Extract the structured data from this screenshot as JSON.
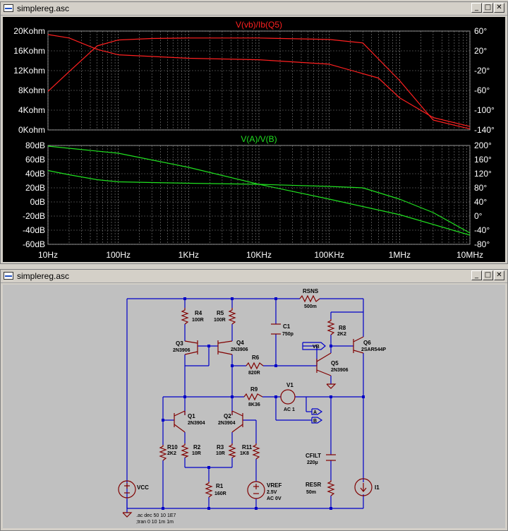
{
  "plot_window": {
    "title": "simplereg.asc",
    "buttons": [
      "_",
      "□",
      "✕"
    ]
  },
  "schematic_window": {
    "title": "simplereg.asc",
    "buttons": [
      "_",
      "□",
      "✕"
    ]
  },
  "colors": {
    "plot_bg": "#000000",
    "grid": "#808080",
    "trace_top": "#ff2020",
    "trace_bottom": "#20e020",
    "wire": "#0000c8",
    "component": "#800000",
    "schematic_bg": "#c0c0c0"
  },
  "chart_data": [
    {
      "type": "line",
      "title": "V(vb)/Ib(Q5)",
      "x_scale": "log",
      "xlim_hz": [
        10,
        10000000
      ],
      "x_tick_labels": [
        "10Hz",
        "100Hz",
        "1KHz",
        "10KHz",
        "100KHz",
        "1MHz",
        "10MHz"
      ],
      "y_left_tick_labels": [
        "20Kohm",
        "16Kohm",
        "12Kohm",
        "8Kohm",
        "4Kohm",
        "0Kohm"
      ],
      "y_left_range_kohm": [
        0,
        20
      ],
      "y_right_tick_labels": [
        "60°",
        "20°",
        "-20°",
        "-60°",
        "-100°",
        "-140°"
      ],
      "y_right_range_deg": [
        -140,
        60
      ],
      "series": [
        {
          "name": "magnitude",
          "x": [
            10,
            20,
            50,
            100,
            1000,
            10000,
            100000,
            500000,
            1000000,
            3000000,
            10000000
          ],
          "y": [
            19.3,
            18.6,
            16.3,
            15.2,
            14.5,
            14.2,
            13.3,
            10.5,
            6.5,
            2.5,
            0.7
          ]
        },
        {
          "name": "phase",
          "x": [
            10,
            20,
            50,
            100,
            300,
            1000,
            10000,
            100000,
            300000,
            1000000,
            3000000,
            10000000
          ],
          "y": [
            -62,
            -22,
            30,
            42,
            45,
            46,
            46,
            43,
            36,
            -40,
            -120,
            -138
          ]
        }
      ]
    },
    {
      "type": "line",
      "title": "V(A)/V(B)",
      "x_scale": "log",
      "xlim_hz": [
        10,
        10000000
      ],
      "x_tick_labels": [
        "10Hz",
        "100Hz",
        "1KHz",
        "10KHz",
        "100KHz",
        "1MHz",
        "10MHz"
      ],
      "y_left_tick_labels": [
        "80dB",
        "60dB",
        "40dB",
        "20dB",
        "0dB",
        "-20dB",
        "-40dB",
        "-60dB"
      ],
      "y_left_range_db": [
        -60,
        80
      ],
      "y_right_tick_labels": [
        "200°",
        "160°",
        "120°",
        "80°",
        "40°",
        "0°",
        "-40°",
        "-80°"
      ],
      "y_right_range_deg": [
        -80,
        200
      ],
      "series": [
        {
          "name": "magnitude",
          "x": [
            10,
            100,
            1000,
            10000,
            100000,
            1000000,
            10000000
          ],
          "y": [
            79,
            69,
            49,
            25,
            4,
            -18,
            -47
          ]
        },
        {
          "name": "phase",
          "x": [
            10,
            20,
            50,
            100,
            300,
            1000,
            10000,
            100000,
            300000,
            1000000,
            3000000,
            10000000
          ],
          "y": [
            129,
            117,
            103,
            97,
            95,
            93,
            90,
            84,
            80,
            48,
            10,
            -48
          ]
        }
      ]
    }
  ],
  "schematic": {
    "labels": {
      "rsns": "RSNS",
      "rsns_val": "500m",
      "r4": "R4",
      "r4_val": "100R",
      "r5": "R5",
      "r5_val": "100R",
      "c1": "C1",
      "c1_val": "750p",
      "r8": "R8",
      "r8_val": "2K2",
      "q3": "Q3",
      "q3_val": "2N3906",
      "q4": "Q4",
      "q4_val": "2N3906",
      "q6": "Q6",
      "q6_val": "2SAR544P",
      "vb": "VB",
      "r6": "R6",
      "r6_val": "820R",
      "q5": "Q5",
      "q5_val": "2N3906",
      "r9": "R9",
      "r9_val": "8K36",
      "v1": "V1",
      "v1_val": "AC 1",
      "port_a": "A",
      "port_b": "B",
      "q1": "Q1",
      "q1_val": "2N3904",
      "q2": "Q2",
      "q2_val": "2N3904",
      "r10": "R10",
      "r10_val": "2K2",
      "r2": "R2",
      "r2_val": "10R",
      "r3": "R3",
      "r3_val": "10R",
      "r11": "R11",
      "r11_val": "1K8",
      "cfilt": "CFILT",
      "cfilt_val": "220µ",
      "vcc": "VCC",
      "r1": "R1",
      "r1_val": "160R",
      "vref": "VREF",
      "vref_val": "2.5V",
      "vref_ac": "AC 0V",
      "resr": "RESR",
      "resr_val": "50m",
      "i1": "I1",
      "directive1": ".ac dec 50 10 1E7",
      "directive2": ";tran 0 10 1m 1m"
    }
  }
}
